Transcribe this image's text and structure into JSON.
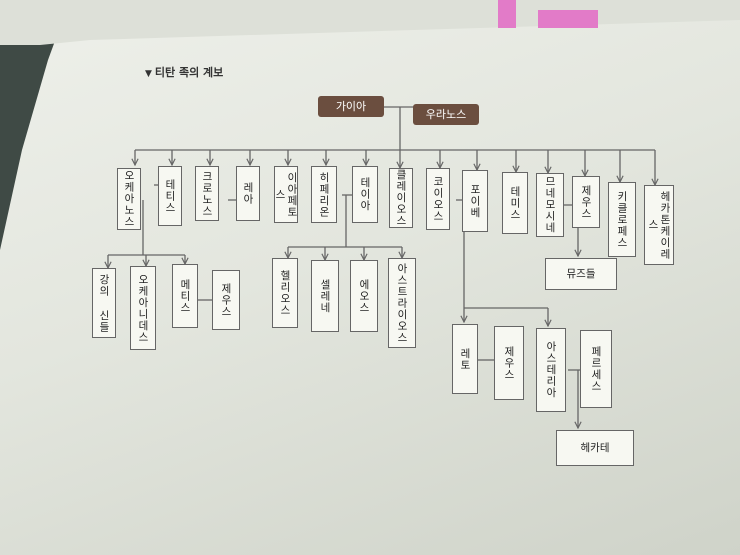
{
  "heading": "티탄 족의 계보",
  "heading_marker": "▼",
  "roots": [
    "가이아",
    "우라노스"
  ],
  "titans": [
    "오케아노스",
    "테티스",
    "크로노스",
    "레아",
    "이아페토스",
    "히페리온",
    "테이아",
    "클레이오스",
    "코이오스",
    "포이베",
    "테미스",
    "므네모시네",
    "제우스",
    "키클로페스",
    "헤카톤케이레스"
  ],
  "oceanus_children": [
    "강의 신들",
    "오케아니데스",
    "메티스",
    "제우스"
  ],
  "hyperion_children": [
    "헬리오스",
    "셀레네",
    "에오스",
    "아스트라이오스"
  ],
  "mnemosyne_child": "뮤즈들",
  "koios_children": [
    "레토",
    "제우스",
    "아스테리아",
    "페르세스"
  ],
  "asteria_child": "헤카테",
  "colors": {
    "root_fill": "#6b4e3f",
    "tab": "#e27bc8",
    "line": "#666666"
  }
}
